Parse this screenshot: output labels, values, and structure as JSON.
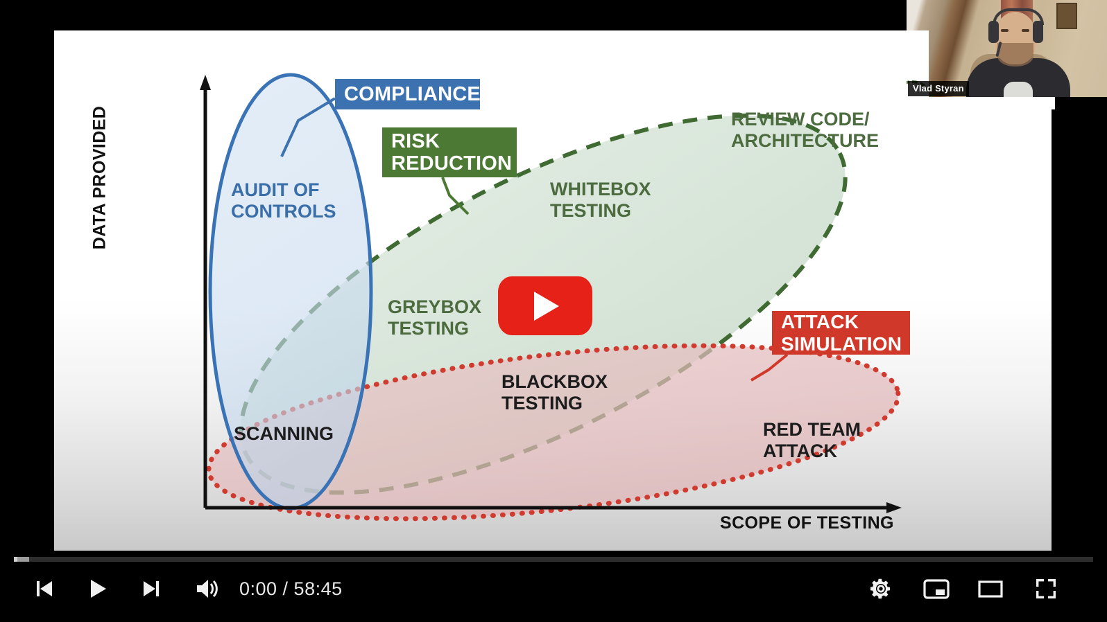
{
  "slide": {
    "axis_y_title": "DATA PROVIDED",
    "axis_x_title": "SCOPE OF TESTING",
    "callouts": [
      {
        "id": "compliance",
        "label": "COMPLIANCE",
        "color": "#3c72b0"
      },
      {
        "id": "risk-reduction",
        "label": "RISK\nREDUCTION",
        "color": "#4c7a34"
      },
      {
        "id": "attack-simulation",
        "label": "ATTACK\nSIMULATION",
        "color": "#d0382a"
      }
    ],
    "regions": [
      {
        "id": "audit-of-controls",
        "label": "AUDIT OF\nCONTROLS",
        "color": "#3a6ea8"
      },
      {
        "id": "greybox-testing",
        "label": "GREYBOX\nTESTING",
        "color": "#4c6b3e"
      },
      {
        "id": "whitebox-testing",
        "label": "WHITEBOX\nTESTING",
        "color": "#4c6b3e"
      },
      {
        "id": "review-code-architecture",
        "label": "REVIEW CODE/\nARCHITECTURE",
        "color": "#4c6b3e"
      },
      {
        "id": "scanning",
        "label": "SCANNING",
        "color": "#1c1c1c"
      },
      {
        "id": "blackbox-testing",
        "label": "BLACKBOX\nTESTING",
        "color": "#1c1c1c"
      },
      {
        "id": "red-team-attack",
        "label": "RED TEAM\nATTACK",
        "color": "#1c1c1c"
      }
    ],
    "ellipses": [
      {
        "id": "blue-solid",
        "stroke": "#3a73b5",
        "fill": "#cfe0f2",
        "style": "solid",
        "label_ref": "audit-of-controls"
      },
      {
        "id": "green-dashed",
        "stroke": "#3f6b33",
        "fill": "#d3e3d3",
        "style": "dashed",
        "label_ref": "whitebox-testing"
      },
      {
        "id": "red-dotted",
        "stroke": "#cf3b2e",
        "fill": "#e8c2c2",
        "style": "dotted",
        "label_ref": "red-team-attack"
      }
    ]
  },
  "webcam": {
    "participant_name": "Vlad Styran"
  },
  "controls": {
    "time_display": "0:00 / 58:45",
    "current_time": "0:00",
    "duration": "58:45",
    "buttons": [
      {
        "id": "previous",
        "icon": "previous-icon"
      },
      {
        "id": "play",
        "icon": "play-icon"
      },
      {
        "id": "next",
        "icon": "next-icon"
      },
      {
        "id": "mute",
        "icon": "volume-icon"
      },
      {
        "id": "settings",
        "icon": "gear-icon"
      },
      {
        "id": "miniplayer",
        "icon": "miniplayer-icon"
      },
      {
        "id": "theater",
        "icon": "theater-icon"
      },
      {
        "id": "fullscreen",
        "icon": "fullscreen-icon"
      }
    ],
    "progress_percent": 0
  }
}
